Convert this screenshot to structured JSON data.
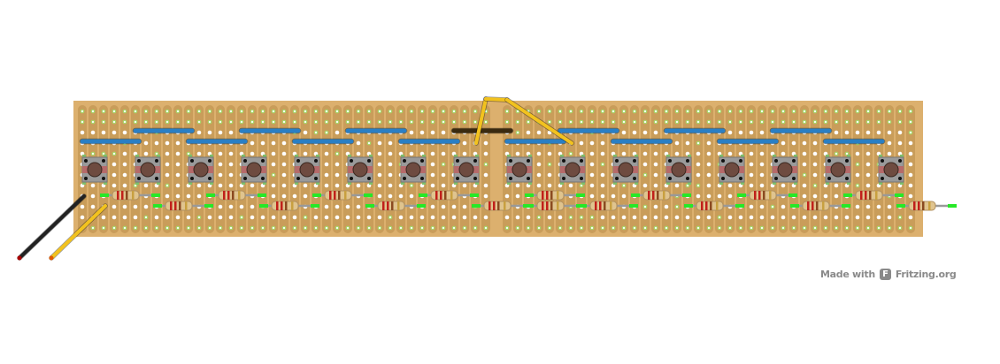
{
  "credit": {
    "made_with": "Made with",
    "logo_letter": "F",
    "brand": "Fritzing.org"
  },
  "colors": {
    "board": "#dcb06e",
    "strip": "#c99d5a",
    "hole_green": "#a6d86b",
    "wire_blue": "#2a7fc4",
    "wire_black": "#222222",
    "wire_yellow": "#f2c21e",
    "button_body": "#9a9a9a",
    "button_cap": "#6e4b40",
    "resistor_body": "#e0c48e",
    "lead_green": "#27e827"
  },
  "components": {
    "pushbuttons": 16,
    "resistors": 16,
    "jumper_wires": 15
  }
}
